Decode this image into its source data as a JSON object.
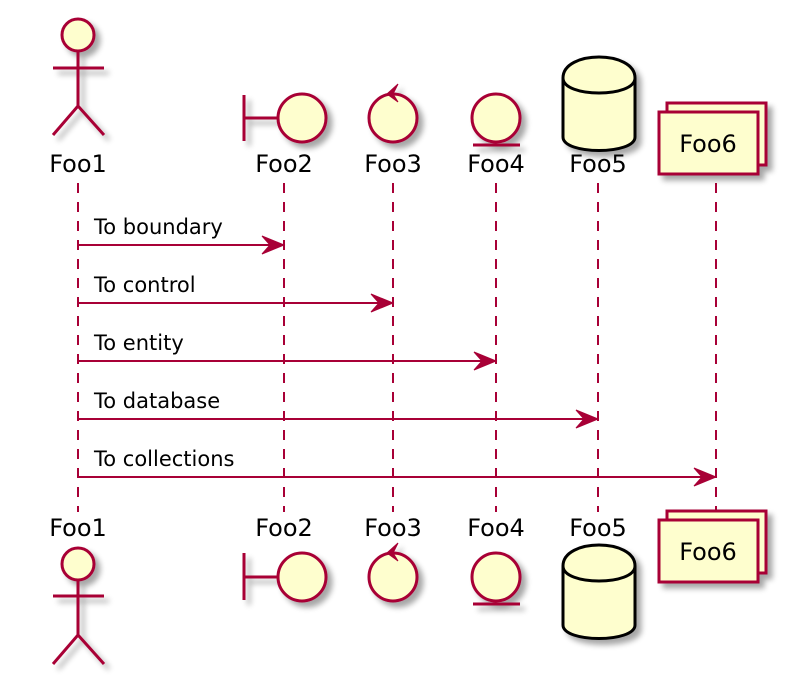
{
  "diagram": {
    "type": "sequence",
    "colors": {
      "line": "#A80036",
      "fill": "#FEFECE",
      "database_stroke": "#000000",
      "text": "#000000",
      "background": "#FFFFFF"
    },
    "participants": [
      {
        "id": "foo1",
        "label": "Foo1",
        "kind": "actor"
      },
      {
        "id": "foo2",
        "label": "Foo2",
        "kind": "boundary"
      },
      {
        "id": "foo3",
        "label": "Foo3",
        "kind": "control"
      },
      {
        "id": "foo4",
        "label": "Foo4",
        "kind": "entity"
      },
      {
        "id": "foo5",
        "label": "Foo5",
        "kind": "database"
      },
      {
        "id": "foo6",
        "label": "Foo6",
        "kind": "collections"
      }
    ],
    "messages": [
      {
        "from": "foo1",
        "to": "foo2",
        "label": "To boundary"
      },
      {
        "from": "foo1",
        "to": "foo3",
        "label": "To control"
      },
      {
        "from": "foo1",
        "to": "foo4",
        "label": "To entity"
      },
      {
        "from": "foo1",
        "to": "foo5",
        "label": "To database"
      },
      {
        "from": "foo1",
        "to": "foo6",
        "label": "To collections"
      }
    ]
  }
}
